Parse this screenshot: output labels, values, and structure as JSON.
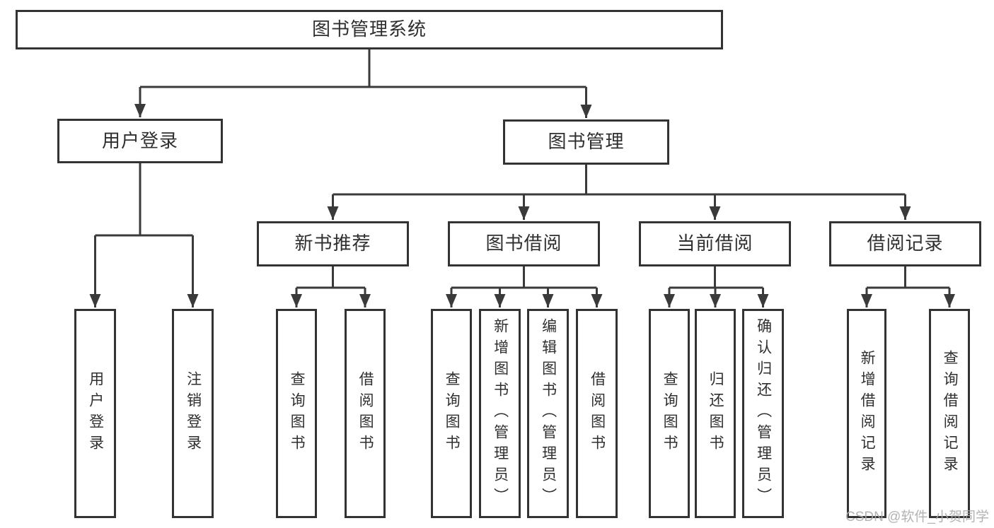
{
  "tree": {
    "label": "图书管理系统",
    "children": [
      {
        "label": "用户登录",
        "children": [
          {
            "label": "用户登录"
          },
          {
            "label": "注销登录"
          }
        ]
      },
      {
        "label": "图书管理",
        "children": [
          {
            "label": "新书推荐",
            "children": [
              {
                "label": "查询图书"
              },
              {
                "label": "借阅图书"
              }
            ]
          },
          {
            "label": "图书借阅",
            "children": [
              {
                "label": "查询图书"
              },
              {
                "label": "新增图书（管理员）"
              },
              {
                "label": "编辑图书（管理员）"
              },
              {
                "label": "借阅图书"
              }
            ]
          },
          {
            "label": "当前借阅",
            "children": [
              {
                "label": "查询图书"
              },
              {
                "label": "归还图书"
              },
              {
                "label": "确认归还（管理员）"
              }
            ]
          },
          {
            "label": "借阅记录",
            "children": [
              {
                "label": "新增借阅记录"
              },
              {
                "label": "查询借阅记录"
              }
            ]
          }
        ]
      }
    ]
  },
  "watermark": "CSDN @软件_小贺同学",
  "colors": {
    "line": "#3a3a3a",
    "border": "#333333",
    "text": "#2f2f2f",
    "watermark": "#ababab"
  }
}
